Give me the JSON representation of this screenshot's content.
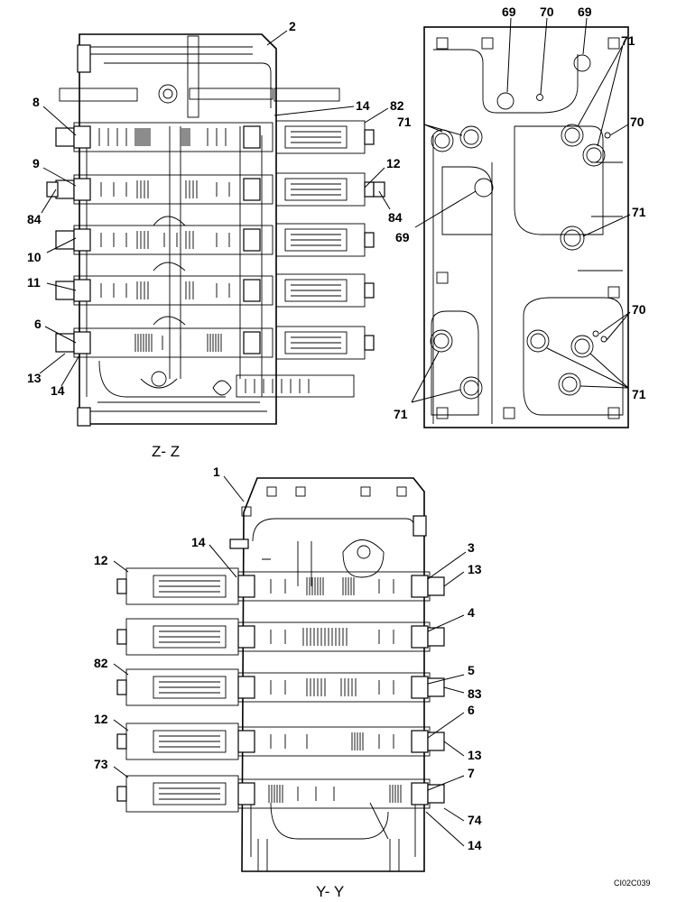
{
  "drawing": {
    "views": [
      {
        "id": "z-z",
        "caption": "Z- Z"
      },
      {
        "id": "x-x",
        "caption": ""
      },
      {
        "id": "y-y",
        "caption": "Y- Y"
      }
    ],
    "reference": "CI02C039"
  },
  "callouts": [
    {
      "id": "zz-2",
      "text": "2"
    },
    {
      "id": "zz-14-top",
      "text": "14"
    },
    {
      "id": "zz-82",
      "text": "82"
    },
    {
      "id": "zz-8",
      "text": "8"
    },
    {
      "id": "zz-9",
      "text": "9"
    },
    {
      "id": "zz-12",
      "text": "12"
    },
    {
      "id": "zz-84-left",
      "text": "84"
    },
    {
      "id": "zz-84-right",
      "text": "84"
    },
    {
      "id": "zz-10",
      "text": "10"
    },
    {
      "id": "zz-11",
      "text": "11"
    },
    {
      "id": "zz-6",
      "text": "6"
    },
    {
      "id": "zz-13",
      "text": "13"
    },
    {
      "id": "zz-14-bottom",
      "text": "14"
    },
    {
      "id": "xx-69-a",
      "text": "69"
    },
    {
      "id": "xx-70-a",
      "text": "70"
    },
    {
      "id": "xx-69-b",
      "text": "69"
    },
    {
      "id": "xx-71-a",
      "text": "71"
    },
    {
      "id": "xx-71-b",
      "text": "71"
    },
    {
      "id": "xx-70-b",
      "text": "70"
    },
    {
      "id": "xx-69-c",
      "text": "69"
    },
    {
      "id": "xx-71-c",
      "text": "71"
    },
    {
      "id": "xx-70-c",
      "text": "70"
    },
    {
      "id": "xx-71-d",
      "text": "71"
    },
    {
      "id": "xx-71-e",
      "text": "71"
    },
    {
      "id": "yy-1",
      "text": "1"
    },
    {
      "id": "yy-14-top",
      "text": "14"
    },
    {
      "id": "yy-12-a",
      "text": "12"
    },
    {
      "id": "yy-3",
      "text": "3"
    },
    {
      "id": "yy-13-a",
      "text": "13"
    },
    {
      "id": "yy-4",
      "text": "4"
    },
    {
      "id": "yy-82",
      "text": "82"
    },
    {
      "id": "yy-5",
      "text": "5"
    },
    {
      "id": "yy-83",
      "text": "83"
    },
    {
      "id": "yy-12-b",
      "text": "12"
    },
    {
      "id": "yy-6",
      "text": "6"
    },
    {
      "id": "yy-13-b",
      "text": "13"
    },
    {
      "id": "yy-73",
      "text": "73"
    },
    {
      "id": "yy-7",
      "text": "7"
    },
    {
      "id": "yy-74",
      "text": "74"
    },
    {
      "id": "yy-14-bottom",
      "text": "14"
    }
  ]
}
